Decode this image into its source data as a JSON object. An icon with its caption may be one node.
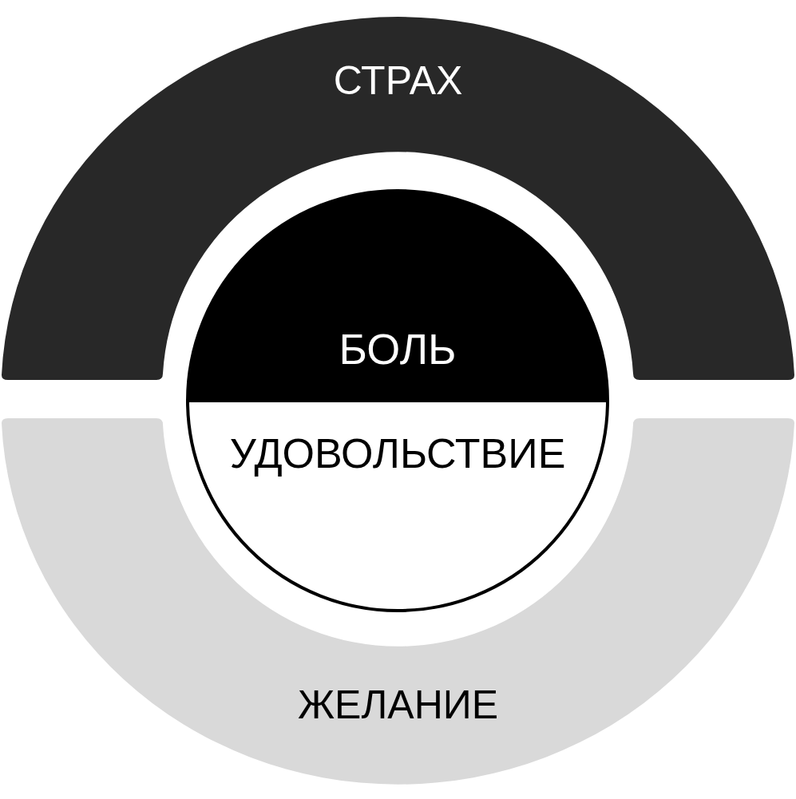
{
  "diagram": {
    "nodes": [
      {
        "text": [
          "СТРАХ"
        ]
      },
      {
        "text": [
          "БОЛЬ"
        ]
      },
      {
        "text": [
          "УДОВОЛЬСТВИЕ"
        ]
      },
      {
        "text": [
          "ЖЕЛАНИЕ"
        ]
      }
    ]
  }
}
